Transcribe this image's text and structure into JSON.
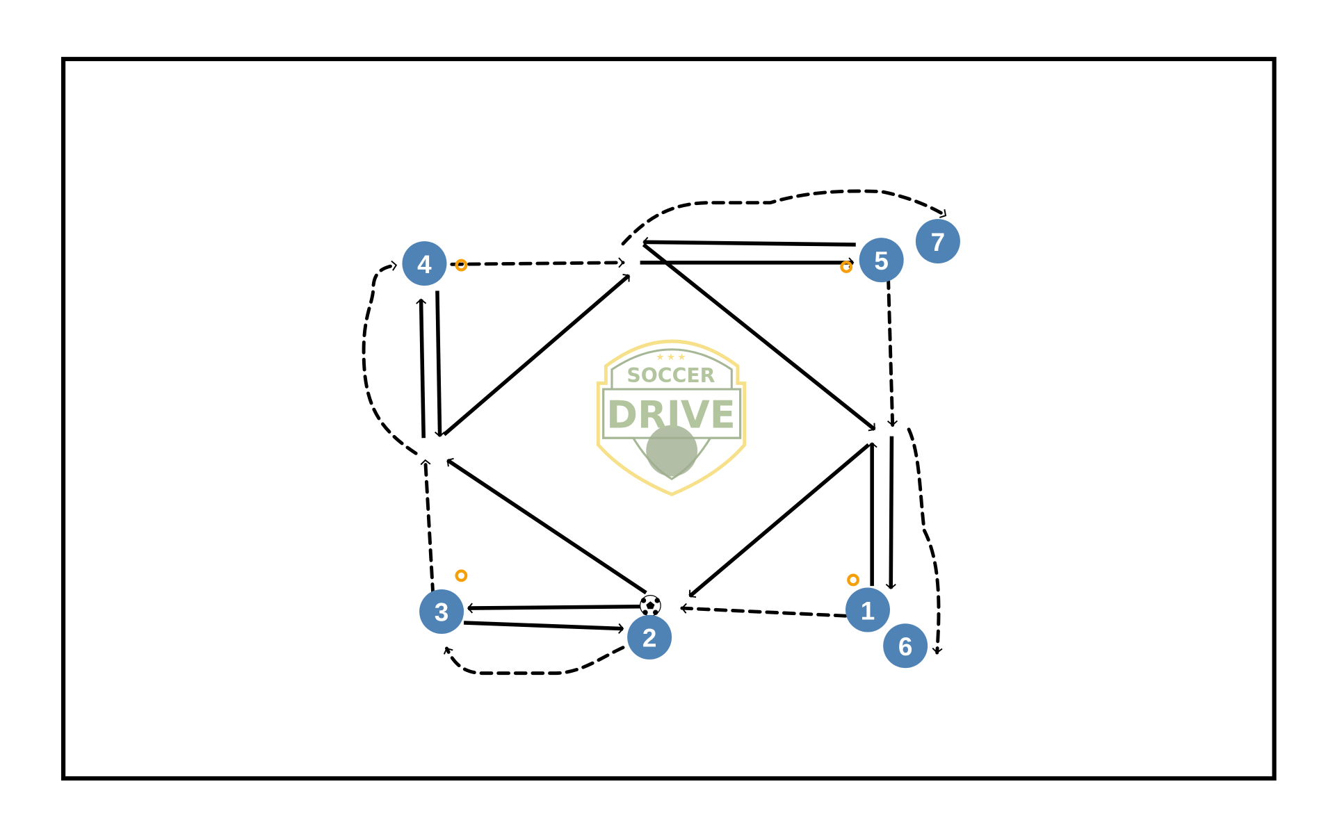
{
  "players": [
    {
      "number": "1"
    },
    {
      "number": "2"
    },
    {
      "number": "3"
    },
    {
      "number": "4"
    },
    {
      "number": "5"
    },
    {
      "number": "6"
    },
    {
      "number": "7"
    }
  ],
  "logo": {
    "line1": "SOCCER",
    "line2": "DRIVE"
  },
  "colors": {
    "player": "#4f83b5",
    "cone": "#f5a00a",
    "logo_green": "#b3c59e",
    "logo_yellow": "#f7e08a",
    "line": "#000000"
  }
}
